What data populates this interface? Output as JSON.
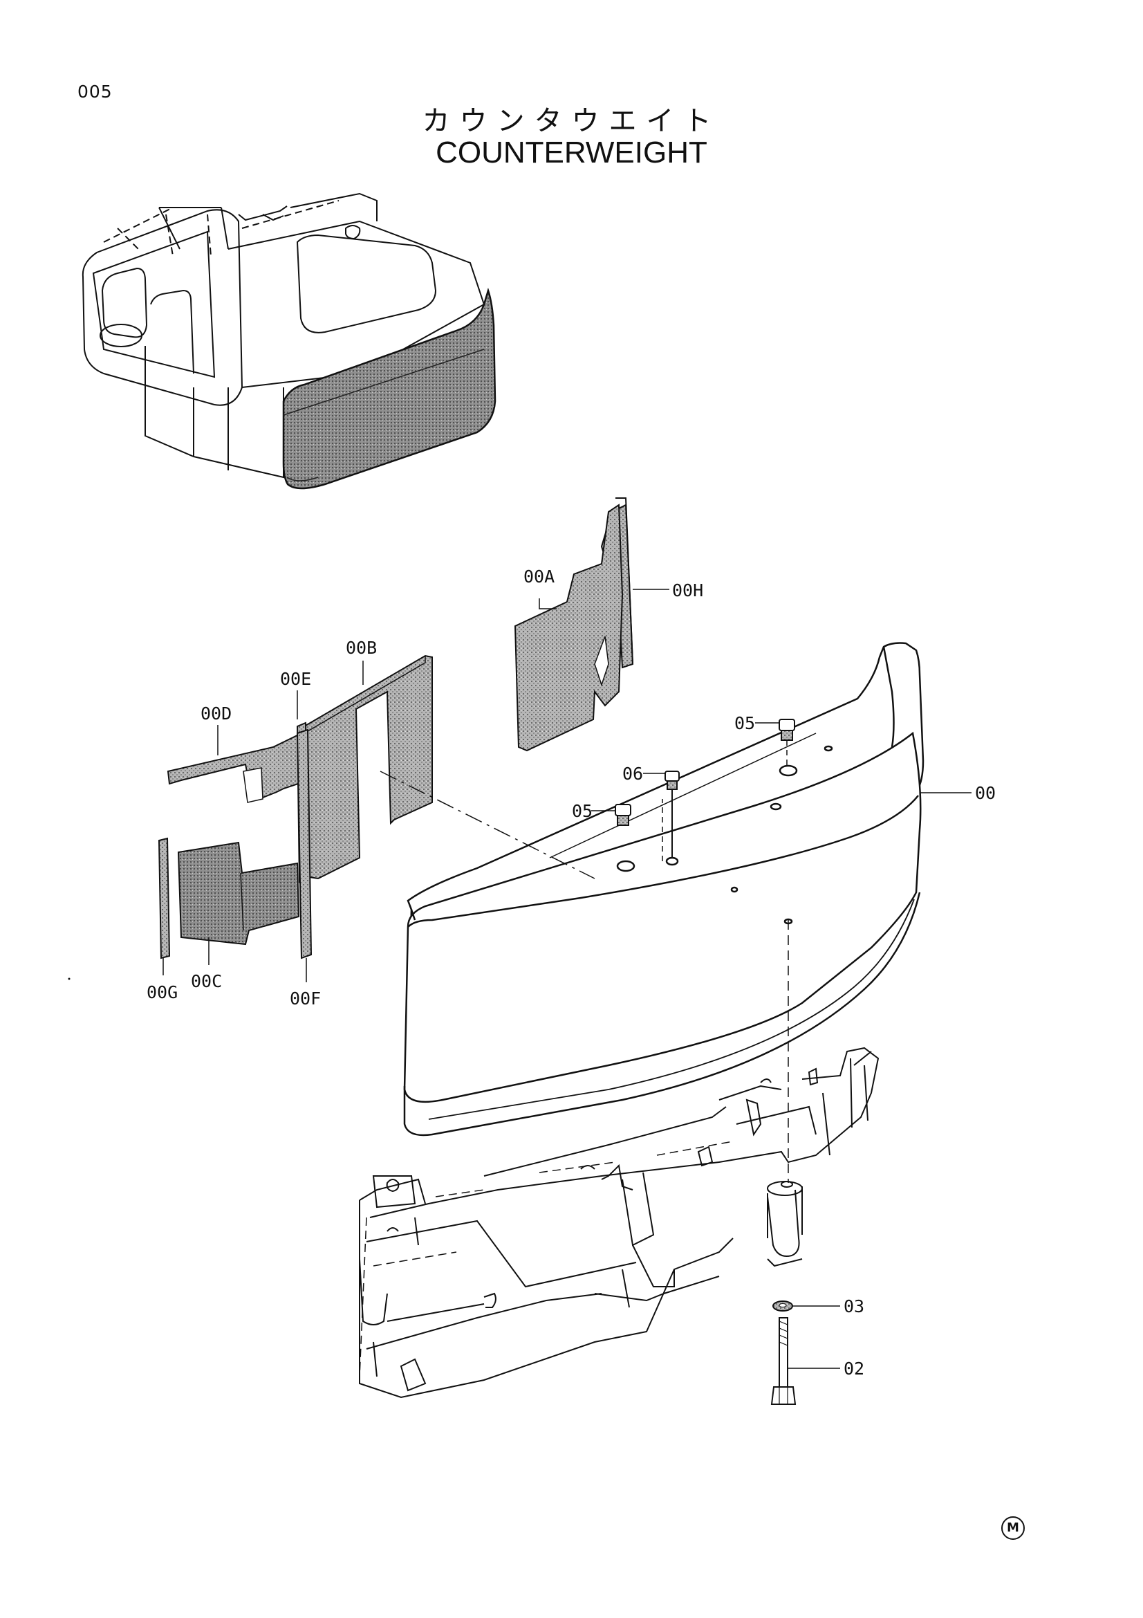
{
  "page_number": "005",
  "title_jp": "カウンタウエイト",
  "title_en": "COUNTERWEIGHT",
  "callouts": {
    "c00": "00",
    "c00A": "00A",
    "c00B": "00B",
    "c00C": "00C",
    "c00D": "00D",
    "c00E": "00E",
    "c00F": "00F",
    "c00G": "00G",
    "c00H": "00H",
    "c02": "02",
    "c03": "03",
    "c05a": "05",
    "c05b": "05",
    "c06": "06"
  },
  "mark": "M"
}
